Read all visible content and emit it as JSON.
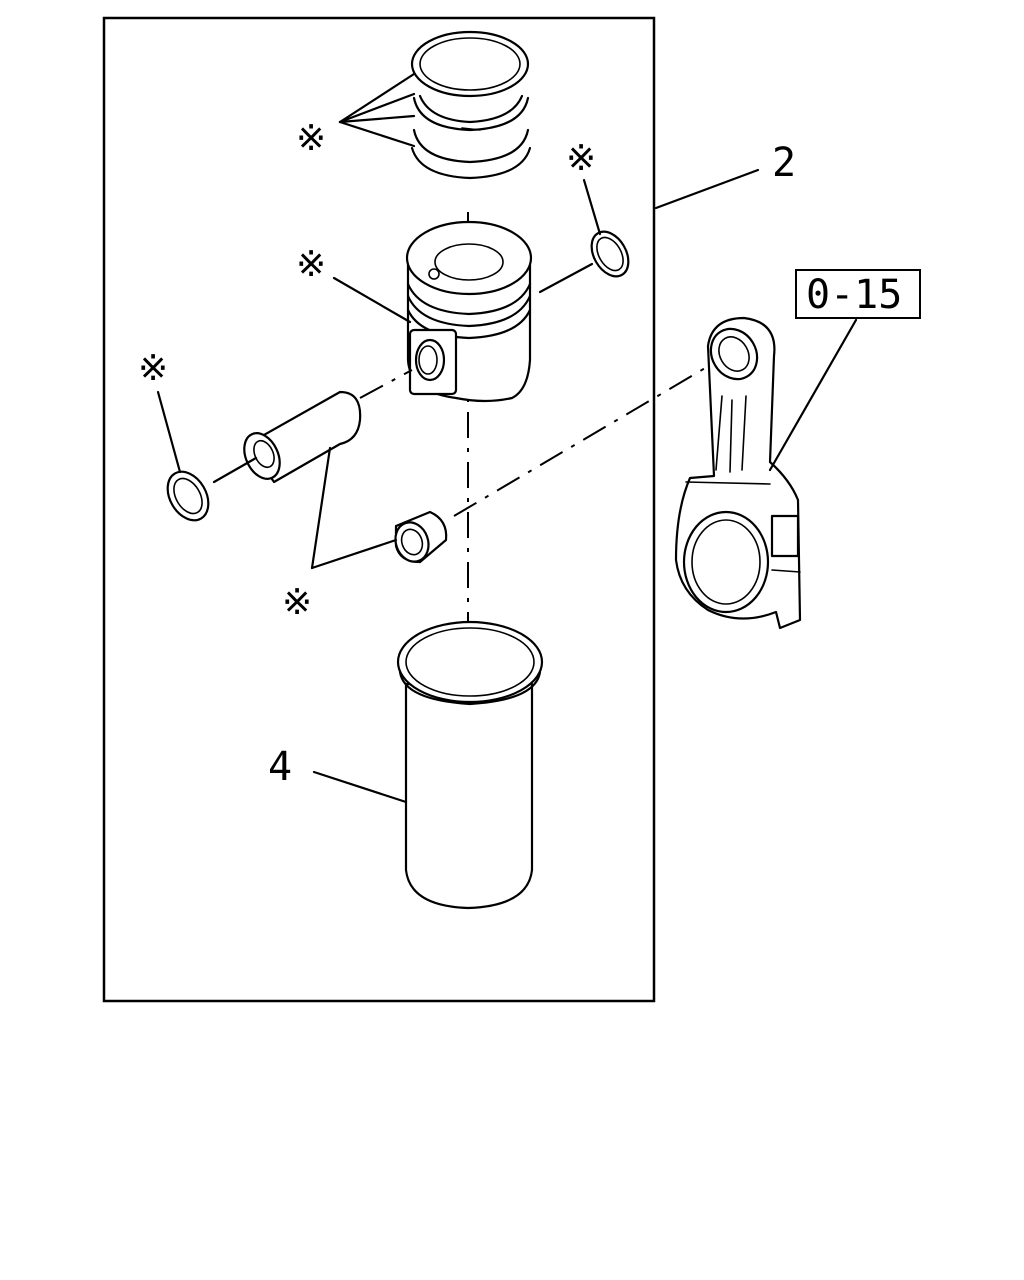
{
  "callouts": {
    "assembly_ref": "2",
    "liner_ref": "4",
    "connecting_rod_ref": "0-15"
  },
  "marks": {
    "asterisk": "※"
  }
}
